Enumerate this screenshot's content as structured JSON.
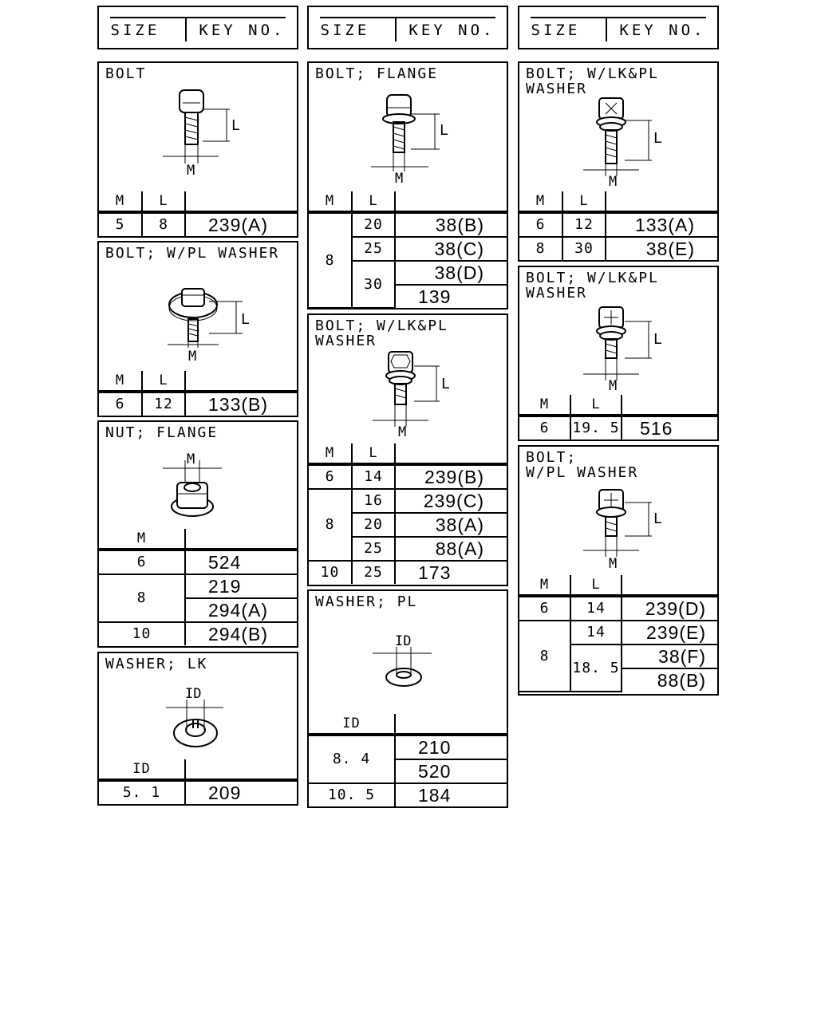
{
  "header": {
    "size_label": "SIZE",
    "key_label": "KEY NO."
  },
  "dims": {
    "m": "M",
    "l": "L",
    "id": "ID"
  },
  "bolt": {
    "title": "BOLT",
    "rows": [
      {
        "m": "5",
        "l": "8",
        "key": "239(A)"
      }
    ]
  },
  "bolt_pl_washer": {
    "title": "BOLT; W/PL WASHER",
    "rows": [
      {
        "m": "6",
        "l": "12",
        "key": "133(B)"
      }
    ]
  },
  "nut_flange": {
    "title": "NUT; FLANGE",
    "rows": [
      {
        "m": "6",
        "key": "524"
      },
      {
        "m": "8",
        "keys": [
          "219",
          "294(A)"
        ]
      },
      {
        "m": "10",
        "key": "294(B)"
      }
    ]
  },
  "washer_lk": {
    "title": "WASHER; LK",
    "rows": [
      {
        "id": "5. 1",
        "key": "209"
      }
    ]
  },
  "bolt_flange": {
    "title": "BOLT; FLANGE",
    "rows": [
      {
        "m": "8",
        "l": "20",
        "key": "38(B)"
      },
      {
        "l": "25",
        "key": "38(C)"
      },
      {
        "l": "30",
        "keys": [
          "38(D)",
          "139"
        ]
      }
    ]
  },
  "bolt_lk_pl_mid": {
    "title": "BOLT; W/LK&PL\nWASHER",
    "rows": [
      {
        "m": "6",
        "l": "14",
        "key": "239(B)"
      },
      {
        "m": "8",
        "l": "16",
        "key": "239(C)"
      },
      {
        "l": "20",
        "key": "38(A)"
      },
      {
        "l": "25",
        "key": "88(A)"
      },
      {
        "m": "10",
        "l": "25",
        "key": "173"
      }
    ]
  },
  "washer_pl": {
    "title": "WASHER; PL",
    "rows": [
      {
        "id": "8. 4",
        "keys": [
          "210",
          "520"
        ]
      },
      {
        "id": "10. 5",
        "key": "184"
      }
    ]
  },
  "bolt_lk_pl_a": {
    "title": "BOLT; W/LK&PL\nWASHER",
    "rows": [
      {
        "m": "6",
        "l": "12",
        "key": "133(A)"
      },
      {
        "m": "8",
        "l": "30",
        "key": "38(E)"
      }
    ]
  },
  "bolt_lk_pl_b": {
    "title": "BOLT; W/LK&PL\nWASHER",
    "rows": [
      {
        "m": "6",
        "l": "19. 5",
        "key": "516"
      }
    ]
  },
  "bolt_wpl_washer": {
    "title": "BOLT;\nW/PL WASHER",
    "rows": [
      {
        "m": "6",
        "l": "14",
        "key": "239(D)"
      },
      {
        "m": "8",
        "l": "14",
        "key": "239(E)"
      },
      {
        "l": "18. 5",
        "keys": [
          "38(F)",
          "88(B)"
        ]
      }
    ]
  }
}
